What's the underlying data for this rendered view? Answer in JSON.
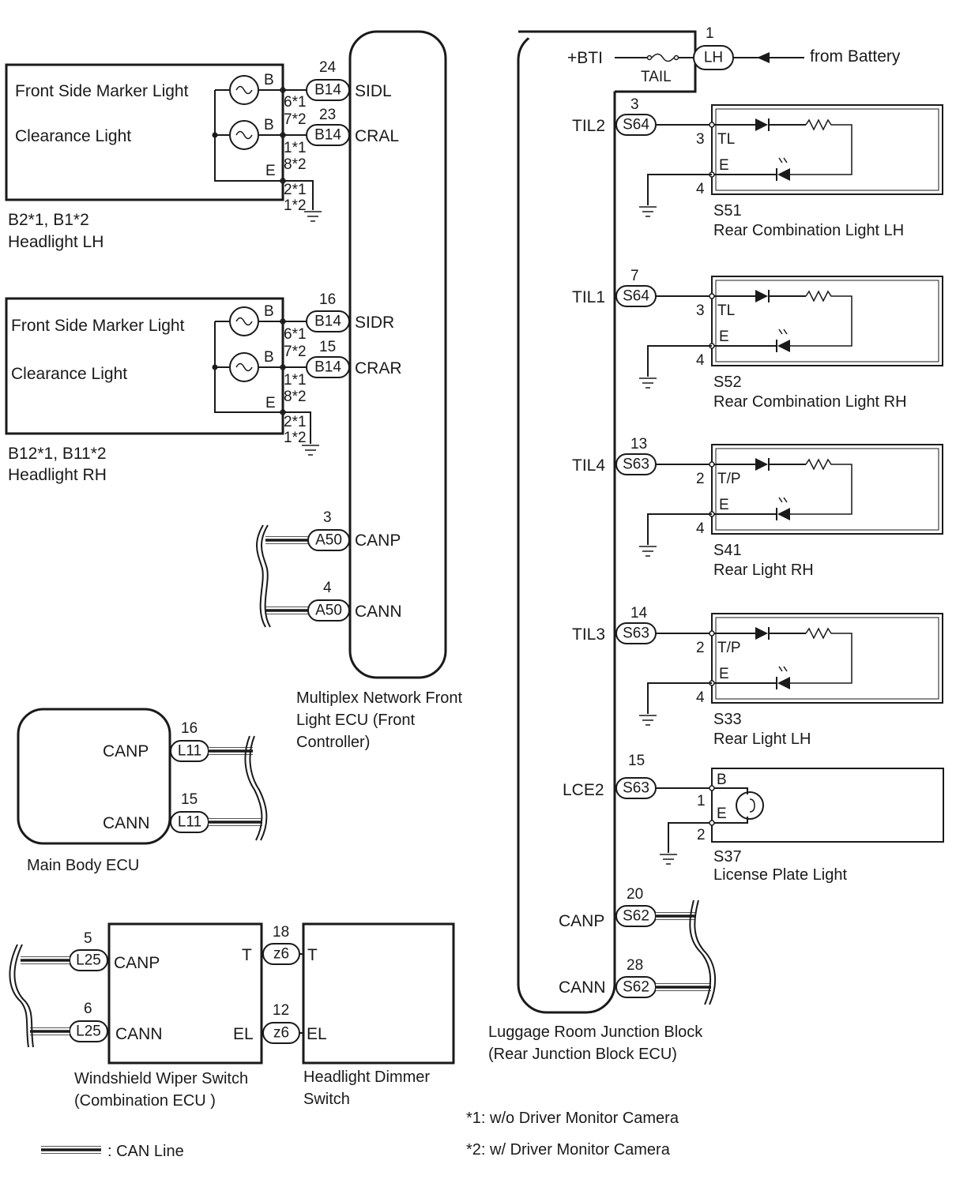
{
  "ecus": {
    "front": [
      "Multiplex Network Front",
      "Light ECU (Front",
      "Controller)"
    ],
    "rear": [
      "Luggage Room Junction Block",
      "(Rear Junction Block ECU)"
    ],
    "body": [
      "Main Body ECU"
    ],
    "wiper": [
      "Windshield Wiper Switch",
      "(Combination ECU )"
    ],
    "dimmer": [
      "Headlight Dimmer",
      "Switch"
    ]
  },
  "headlight_lh": {
    "ids": "B2*1, B1*2",
    "name": "Headlight LH",
    "marker": "Front Side Marker Light",
    "clearance": "Clearance Light",
    "term_b": "B",
    "term_e": "E",
    "pin_a": "6*1",
    "pin_b": "7*2",
    "pin_c": "1*1",
    "pin_d": "8*2",
    "pin_e": "2*1",
    "pin_f": "1*2"
  },
  "headlight_rh": {
    "ids": "B12*1, B11*2",
    "name": "Headlight RH",
    "marker": "Front Side Marker Light",
    "clearance": "Clearance Light",
    "term_b": "B",
    "term_e": "E",
    "pin_a": "6*1",
    "pin_b": "7*2",
    "pin_c": "1*1",
    "pin_d": "8*2",
    "pin_e": "2*1",
    "pin_f": "1*2"
  },
  "front_connectors": [
    {
      "pin": "24",
      "conn": "B14",
      "sig": "SIDL"
    },
    {
      "pin": "23",
      "conn": "B14",
      "sig": "CRAL"
    },
    {
      "pin": "16",
      "conn": "B14",
      "sig": "SIDR"
    },
    {
      "pin": "15",
      "conn": "B14",
      "sig": "CRAR"
    },
    {
      "pin": "3",
      "conn": "A50",
      "sig": "CANP"
    },
    {
      "pin": "4",
      "conn": "A50",
      "sig": "CANN"
    }
  ],
  "body_connectors": [
    {
      "pin": "16",
      "conn": "L11",
      "sig": "CANP"
    },
    {
      "pin": "15",
      "conn": "L11",
      "sig": "CANN"
    }
  ],
  "wiper_connectors": [
    {
      "pin": "5",
      "conn": "L25",
      "sig": "CANP"
    },
    {
      "pin": "6",
      "conn": "L25",
      "sig": "CANN"
    }
  ],
  "dimmer_connectors": [
    {
      "pin": "18",
      "conn": "z6",
      "sig_left": "T",
      "sig_right": "T"
    },
    {
      "pin": "12",
      "conn": "z6",
      "sig_left": "EL",
      "sig_right": "EL"
    }
  ],
  "battery": {
    "pin": "1",
    "conn": "LH",
    "label": "from Battery",
    "fuse": "TAIL",
    "sig": "+BTI"
  },
  "rear_outputs": [
    {
      "pin": "3",
      "conn": "S64",
      "sig": "TIL2",
      "lamp_pin1": "3",
      "lamp_term1": "TL",
      "lamp_pin2": "4",
      "lamp_term2": "E",
      "id": "S51",
      "name": "Rear Combination Light LH"
    },
    {
      "pin": "7",
      "conn": "S64",
      "sig": "TIL1",
      "lamp_pin1": "3",
      "lamp_term1": "TL",
      "lamp_pin2": "4",
      "lamp_term2": "E",
      "id": "S52",
      "name": "Rear Combination Light RH"
    },
    {
      "pin": "13",
      "conn": "S63",
      "sig": "TIL4",
      "lamp_pin1": "2",
      "lamp_term1": "T/P",
      "lamp_pin2": "4",
      "lamp_term2": "E",
      "id": "S41",
      "name": "Rear Light RH"
    },
    {
      "pin": "14",
      "conn": "S63",
      "sig": "TIL3",
      "lamp_pin1": "2",
      "lamp_term1": "T/P",
      "lamp_pin2": "4",
      "lamp_term2": "E",
      "id": "S33",
      "name": "Rear Light LH"
    }
  ],
  "license": {
    "pin": "15",
    "conn": "S63",
    "sig": "LCE2",
    "lamp_pin1": "1",
    "lamp_term1": "B",
    "lamp_pin2": "2",
    "lamp_term2": "E",
    "id": "S37",
    "name": "License Plate Light"
  },
  "rear_can": [
    {
      "pin": "20",
      "conn": "S62",
      "sig": "CANP"
    },
    {
      "pin": "28",
      "conn": "S62",
      "sig": "CANN"
    }
  ],
  "notes": [
    "*1: w/o Driver Monitor Camera",
    "*2: w/ Driver Monitor Camera"
  ],
  "legend": {
    "label": ": CAN Line"
  }
}
